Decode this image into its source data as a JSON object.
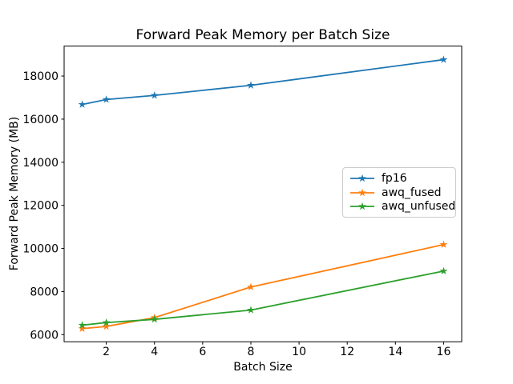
{
  "figure": {
    "background": "#ffffff"
  },
  "chart_data": {
    "type": "line",
    "title": "Forward Peak Memory per Batch Size",
    "xlabel": "Batch Size",
    "ylabel": "Forward Peak Memory (MB)",
    "x": [
      1,
      2,
      4,
      8,
      16
    ],
    "series": [
      {
        "name": "fp16",
        "color": "#1f77b4",
        "marker": "star",
        "values": [
          16680,
          16910,
          17100,
          17570,
          18760
        ]
      },
      {
        "name": "awq_fused",
        "color": "#ff7f0e",
        "marker": "star",
        "values": [
          6280,
          6380,
          6790,
          8210,
          10180
        ]
      },
      {
        "name": "awq_unfused",
        "color": "#2ca02c",
        "marker": "star",
        "values": [
          6440,
          6560,
          6710,
          7140,
          8950
        ]
      }
    ],
    "xticks": [
      2,
      4,
      6,
      8,
      10,
      12,
      14,
      16
    ],
    "yticks": [
      6000,
      8000,
      10000,
      12000,
      14000,
      16000,
      18000
    ],
    "xlim": [
      0.25,
      16.75
    ],
    "ylim": [
      5670,
      19390
    ],
    "grid": false,
    "legend_position": "center-right",
    "axis_color": "#000000",
    "line_width": 1.8
  }
}
